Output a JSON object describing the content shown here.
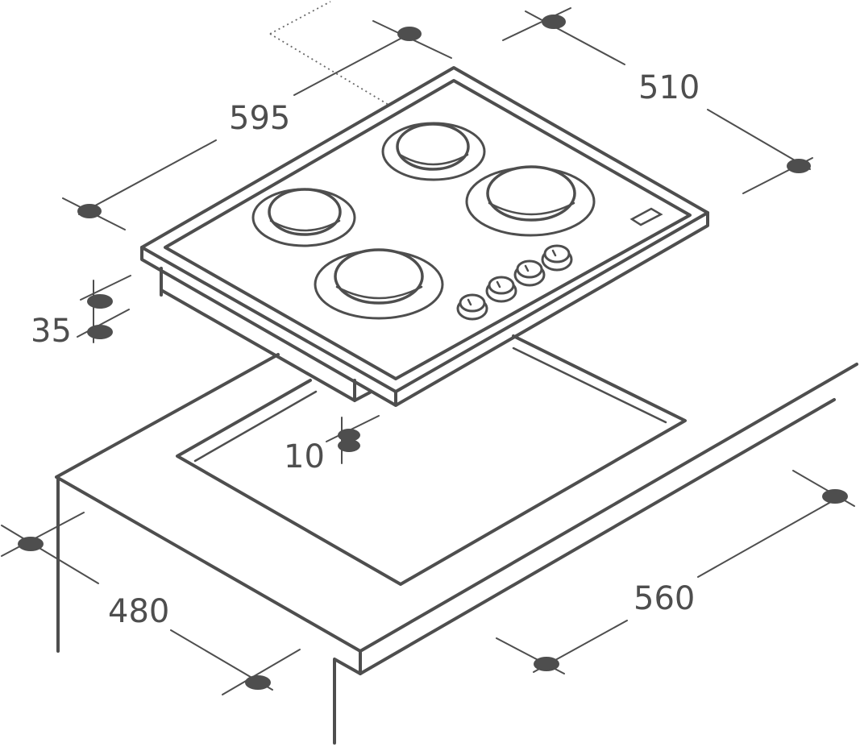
{
  "dimensions": {
    "hob_width": "595",
    "hob_depth": "510",
    "hob_height": "35",
    "clearance": "10",
    "cutout_width": "560",
    "cutout_depth": "480"
  }
}
